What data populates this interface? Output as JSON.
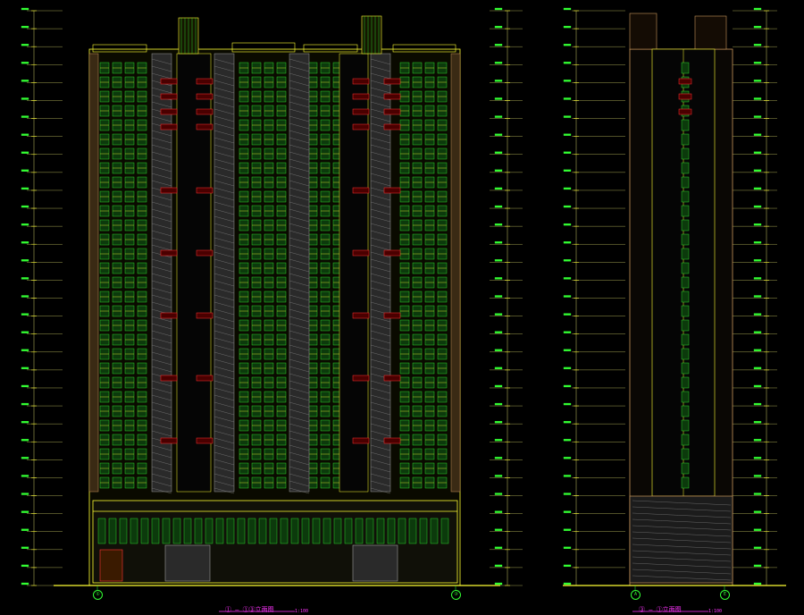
{
  "drawing": {
    "background": "#000000",
    "palette": {
      "grid_green": "#33ff33",
      "wall_yellow": "#ffff33",
      "balcony_red": "#ff3333",
      "brick_tan": "#c8965a",
      "hatch_gray": "#9a9a9a",
      "caption_magenta": "#ff33ff",
      "level_line": "#cccc66"
    }
  },
  "front_elevation": {
    "caption": "① — ①③立面图",
    "scale": "1:100",
    "axis_left": "①",
    "axis_right": "③"
  },
  "side_elevation": {
    "caption": "③ — ①立面图",
    "scale": "1:100",
    "axis_left": "A",
    "axis_right": "E"
  }
}
